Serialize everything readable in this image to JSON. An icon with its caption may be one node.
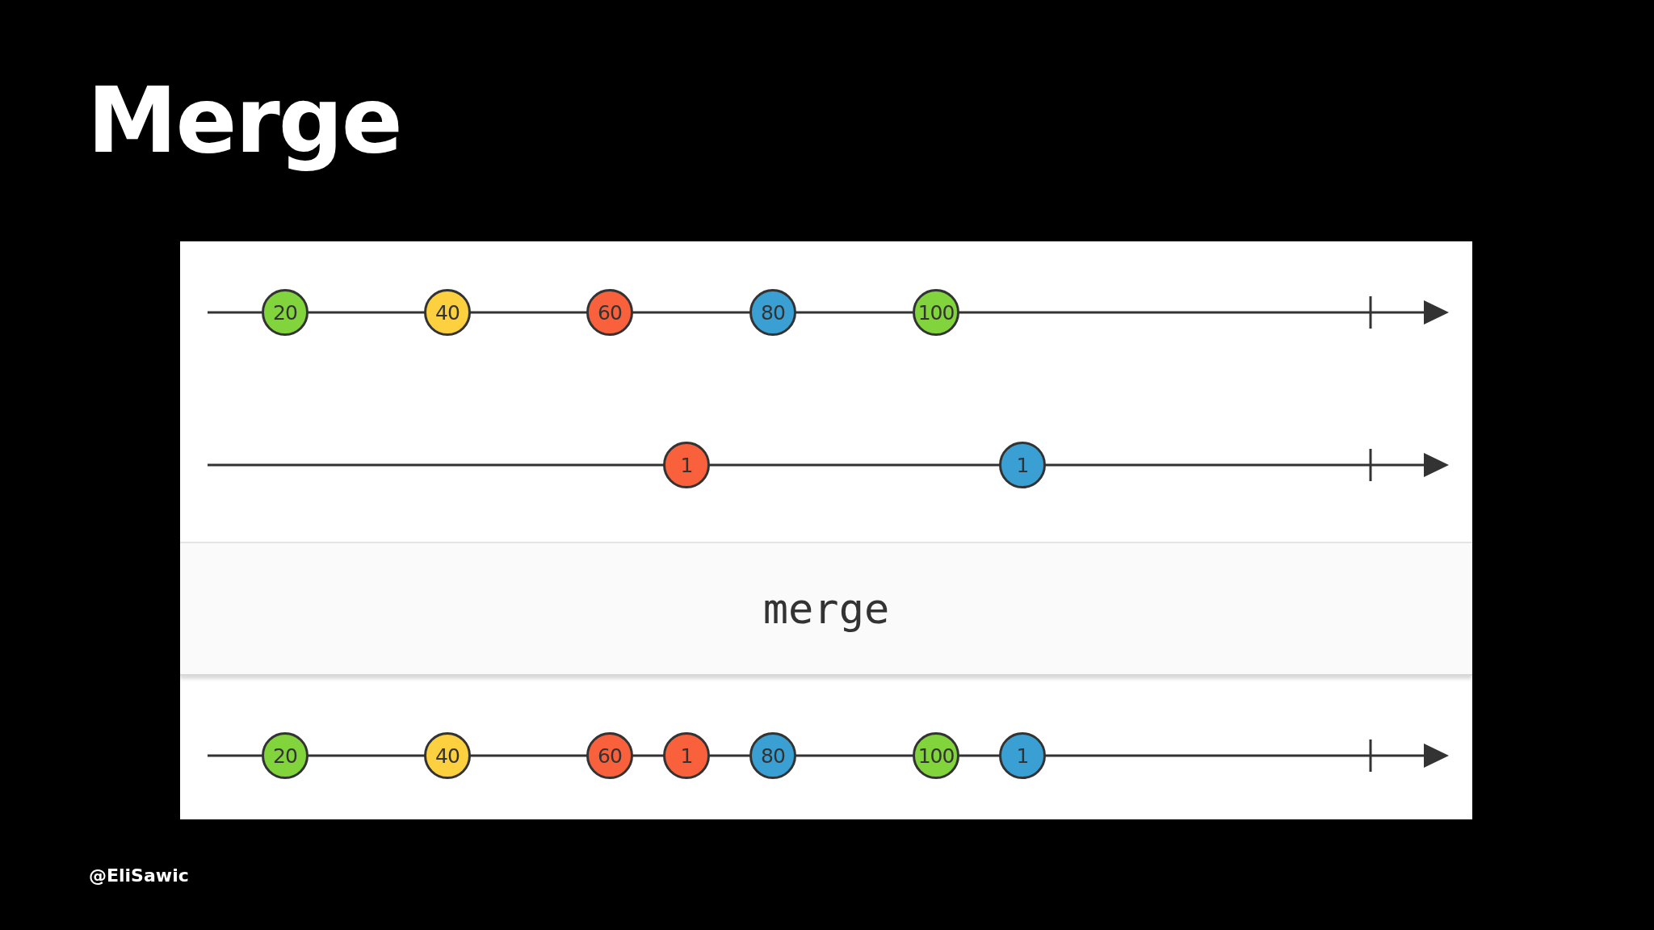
{
  "diagram": {
    "title": "Merge",
    "nodes": [
      {
        "text": [
          "20"
        ]
      },
      {
        "text": [
          "40"
        ]
      },
      {
        "text": [
          "60"
        ]
      },
      {
        "text": [
          "80"
        ]
      },
      {
        "text": [
          "100"
        ]
      },
      {
        "text": [
          "1"
        ]
      },
      {
        "text": [
          "1"
        ]
      },
      {
        "text": [
          "merge"
        ]
      },
      {
        "text": [
          "20"
        ]
      },
      {
        "text": [
          "40"
        ]
      },
      {
        "text": [
          "60"
        ]
      },
      {
        "text": [
          "1"
        ]
      },
      {
        "text": [
          "80"
        ]
      },
      {
        "text": [
          "100"
        ]
      },
      {
        "text": [
          "1"
        ]
      }
    ],
    "edges": [],
    "labels": [
      "@EliSawic"
    ]
  }
}
